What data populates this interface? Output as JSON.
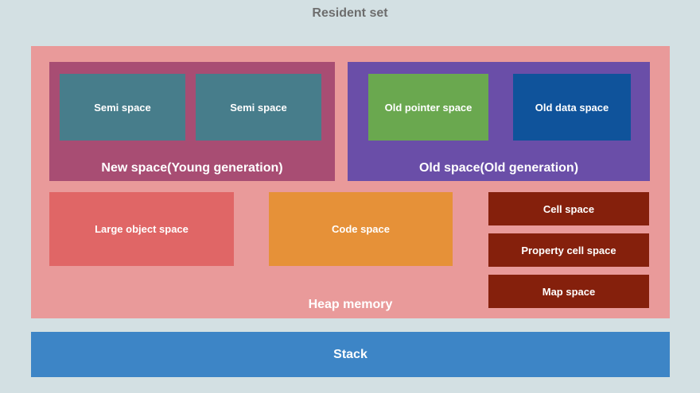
{
  "resident_set": {
    "label": "Resident set"
  },
  "heap": {
    "label": "Heap memory",
    "new_space": {
      "label": "New space(Young generation)",
      "semi_spaces": [
        "Semi space",
        "Semi space"
      ]
    },
    "old_space": {
      "label": "Old space(Old generation)",
      "pointer": "Old pointer space",
      "data": "Old data space"
    },
    "large_object": "Large object space",
    "code": "Code space",
    "cell": "Cell space",
    "property_cell": "Property cell space",
    "map": "Map space"
  },
  "stack": {
    "label": "Stack"
  },
  "colors": {
    "background": "#d3e0e3",
    "heap": "#e99a9a",
    "new_space": "#a84d73",
    "semi_space": "#477d8b",
    "old_space": "#6a4ea8",
    "old_pointer": "#6aa84f",
    "old_data": "#0f539b",
    "large_object": "#e06666",
    "code": "#e69138",
    "small_spaces": "#85200c",
    "stack": "#3d85c6"
  }
}
